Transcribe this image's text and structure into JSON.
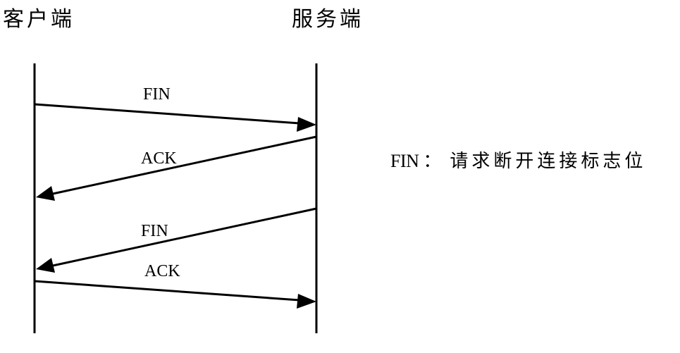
{
  "participants": {
    "client": "客户端",
    "server": "服务端"
  },
  "messages": [
    {
      "label": "FIN",
      "from": "client",
      "to": "server"
    },
    {
      "label": "ACK",
      "from": "server",
      "to": "client"
    },
    {
      "label": "FIN",
      "from": "server",
      "to": "client"
    },
    {
      "label": "ACK",
      "from": "client",
      "to": "server"
    }
  ],
  "legend": {
    "key": "FIN",
    "separator": "：",
    "description": "请求断开连接标志位"
  }
}
